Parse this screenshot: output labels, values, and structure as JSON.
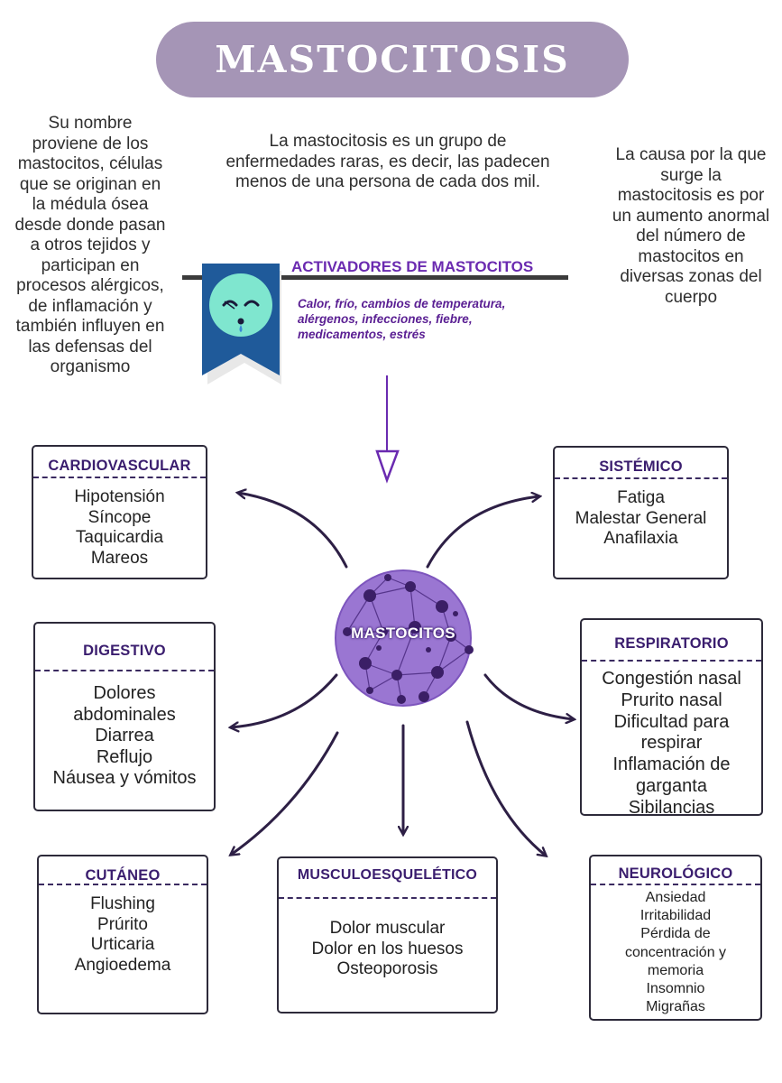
{
  "title": "MASTOCITOSIS",
  "intro": {
    "left": [
      "Su nombre",
      "proviene de los",
      "mastocitos, células",
      "que se originan en",
      "la médula ósea",
      "desde donde pasan",
      "a otros tejidos y",
      "participan en",
      "procesos alérgicos,",
      "de inflamación y",
      "también influyen en",
      "las defensas del",
      "organismo"
    ],
    "center": [
      "La mastocitosis es un grupo de",
      "enfermedades raras, es decir, las padecen",
      "menos de una persona de cada dos mil."
    ],
    "right": [
      "La causa por la que",
      "surge la",
      "mastocitosis es por",
      "un aumento anormal",
      "del número de",
      "mastocitos en",
      "diversas zonas del",
      "cuerpo"
    ]
  },
  "activators": {
    "title": "ACTIVADORES DE MASTOCITOS",
    "lines": [
      "Calor, frío, cambios de temperatura,",
      "alérgenos, infecciones, fiebre,",
      "medicamentos, estrés"
    ]
  },
  "hub": {
    "label": "MASTOCITOS"
  },
  "boxes": {
    "cardiovascular": {
      "title": "CARDIOVASCULAR",
      "items": [
        "Hipotensión",
        "Síncope",
        "Taquicardia",
        "Mareos"
      ]
    },
    "sistemico": {
      "title": "SISTÉMICO",
      "items": [
        "Fatiga",
        "Malestar General",
        "Anafilaxia"
      ]
    },
    "digestivo": {
      "title": "DIGESTIVO",
      "items": [
        "Dolores",
        "abdominales",
        "Diarrea",
        "Reflujo",
        "Náusea y vómitos"
      ]
    },
    "respiratorio": {
      "title": "RESPIRATORIO",
      "items": [
        "Congestión nasal",
        "Prurito nasal",
        "Dificultad para",
        "respirar",
        "Inflamación de",
        "garganta",
        "Sibilancias"
      ]
    },
    "cutaneo": {
      "title": "CUTÁNEO",
      "items": [
        "Flushing",
        "Prúrito",
        "Urticaria",
        "Angioedema"
      ]
    },
    "musculoesqueletico": {
      "title": "MUSCULOESQUELÉTICO",
      "items": [
        "Dolor muscular",
        "Dolor en los huesos",
        "Osteoporosis"
      ]
    },
    "neurologico": {
      "title": "NEUROLÓGICO",
      "items": [
        "Ansiedad",
        "Irritabilidad",
        "Pérdida de",
        "concentración y",
        "memoria",
        "Insomnio",
        "Migrañas"
      ]
    }
  },
  "colors": {
    "title_pill": "#a595b6",
    "accent_purple": "#6a2ab0",
    "hub_purple": "#8a63c4",
    "badge_blue": "#1f5a9a",
    "face": "#7fe6cf"
  },
  "icons": {
    "badge": "sad-face-ribbon-icon",
    "hub": "network-cell-icon"
  }
}
